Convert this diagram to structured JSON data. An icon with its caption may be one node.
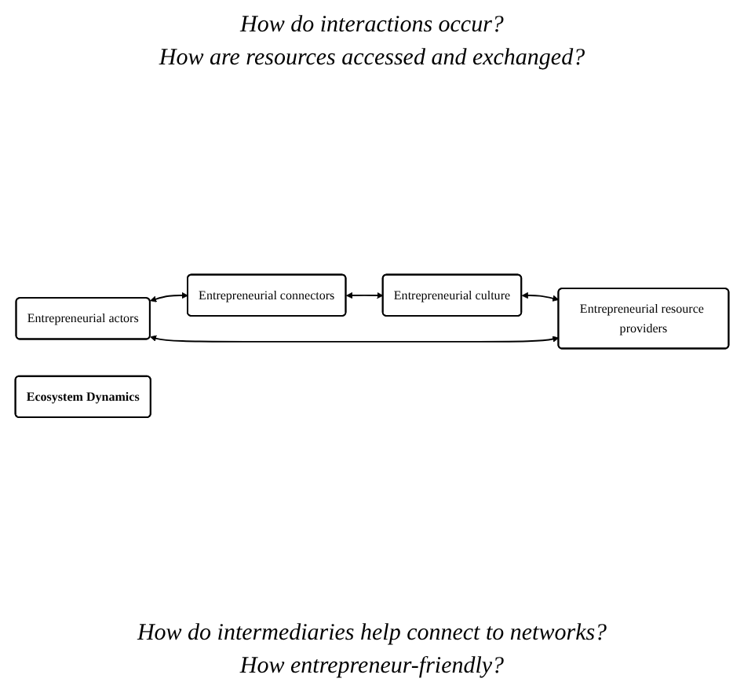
{
  "diagram": {
    "nodes": [
      {
        "text": [
          "Entrepreneurial actors"
        ]
      },
      {
        "text": [
          "Entrepreneurial connectors"
        ]
      },
      {
        "text": [
          "Ecosystem Dynamics"
        ]
      },
      {
        "text": [
          "Entrepreneurial resource providers"
        ]
      },
      {
        "text": [
          "Entrepreneurial culture"
        ]
      }
    ],
    "edges": [
      {
        "from": 0,
        "to": 1,
        "arrow": "both"
      },
      {
        "from": 1,
        "to": 4,
        "arrow": "both"
      },
      {
        "from": 4,
        "to": 3,
        "arrow": "both"
      },
      {
        "from": 0,
        "to": 3,
        "arrow": "both"
      }
    ],
    "labels": [
      "How do interactions occur?",
      "How are resources accessed and exchanged?",
      "How do intermediaries help connect to networks?",
      "How entrepreneur-friendly?"
    ]
  }
}
